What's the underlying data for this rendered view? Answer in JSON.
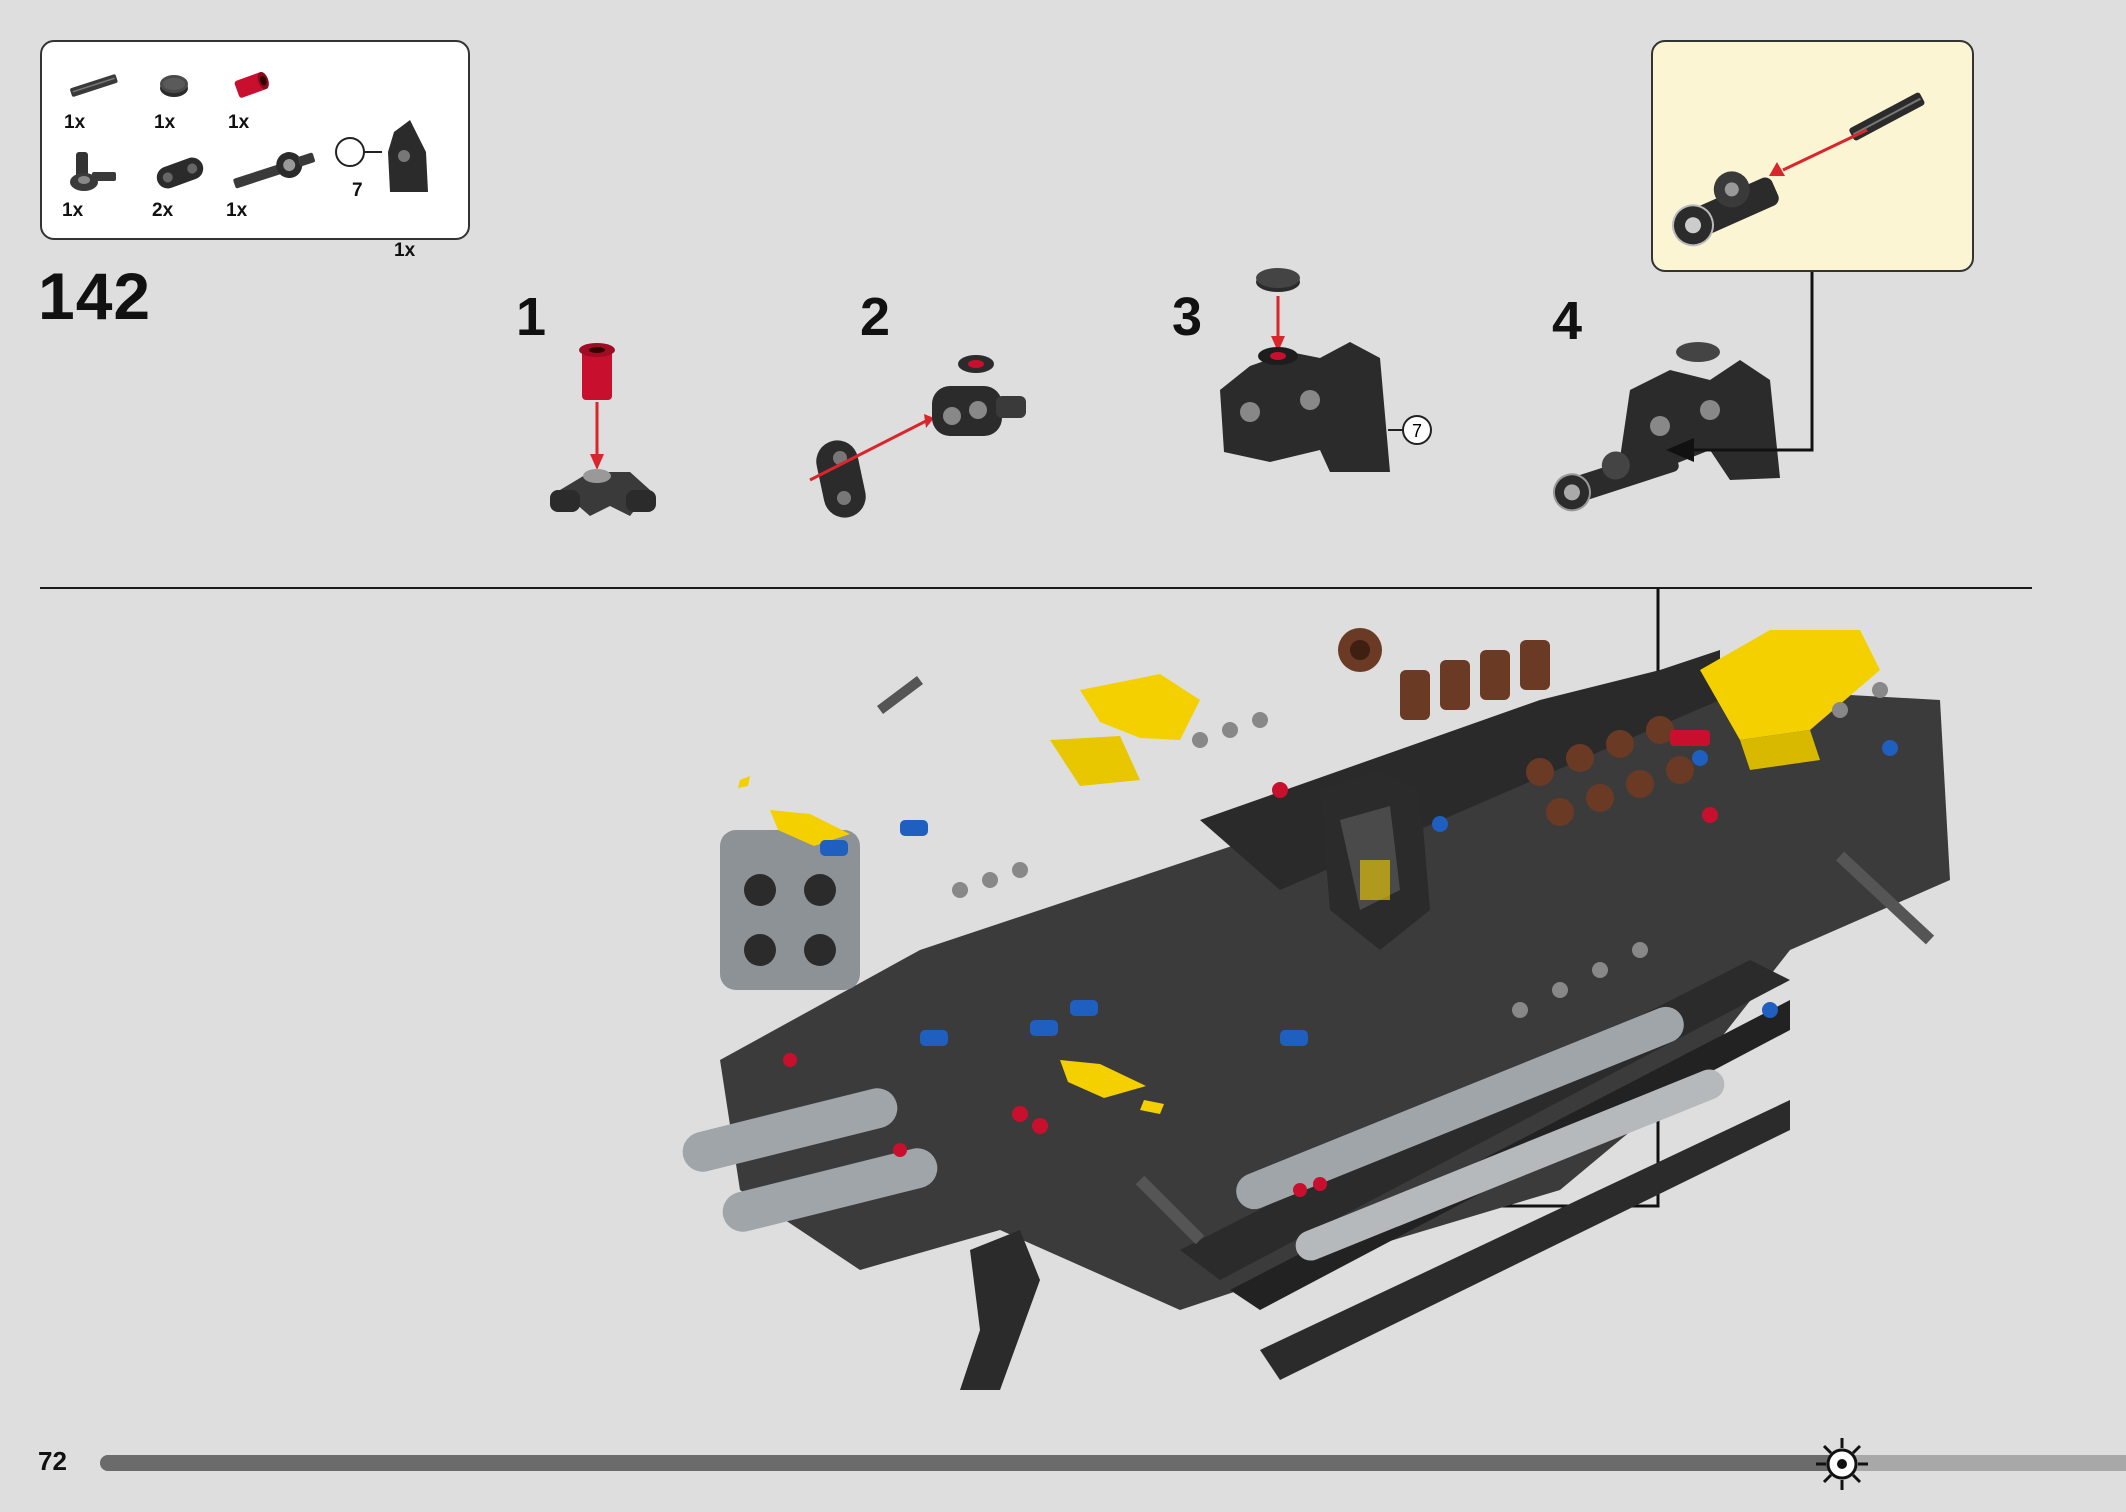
{
  "page": {
    "number": "72"
  },
  "parts_list": {
    "items": [
      {
        "icon": "axle-3-icon",
        "qty": "1x"
      },
      {
        "icon": "bush-icon",
        "qty": "1x"
      },
      {
        "icon": "red-pin-icon",
        "qty": "1x"
      },
      {
        "icon": "axle-connector-icon",
        "qty": "1x"
      },
      {
        "icon": "beam-2-icon",
        "qty": "2x"
      },
      {
        "icon": "axle-with-connector-icon",
        "qty": "1x"
      },
      {
        "icon": "subassembly-part-icon",
        "qty": "1x",
        "ref": "7"
      }
    ]
  },
  "step": {
    "number": "142"
  },
  "substeps": [
    {
      "label": "1"
    },
    {
      "label": "2"
    },
    {
      "label": "3",
      "ref": "7"
    },
    {
      "label": "4"
    }
  ],
  "progress": {
    "fraction": 0.86
  },
  "colors": {
    "arrow_red": "#d9262c",
    "lego_yellow": "#f5d000",
    "lego_black": "#2b2b2b",
    "lego_grey": "#a0a5a9",
    "lego_blue": "#1f5fbf",
    "lego_brown": "#6b3a24",
    "lego_red": "#c8102e",
    "callout_bg": "#fbf5d4"
  }
}
